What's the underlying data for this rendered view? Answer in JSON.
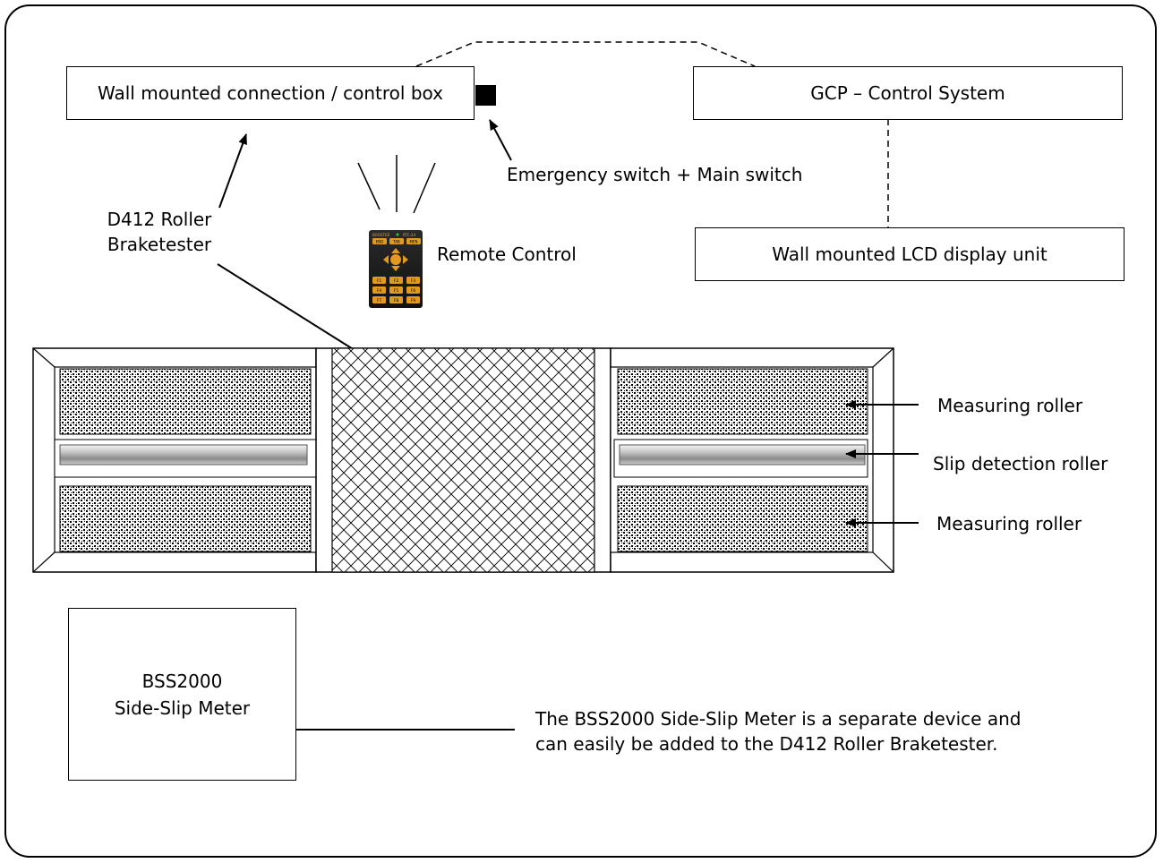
{
  "boxes": {
    "control_box": "Wall mounted connection / control box",
    "gcp": "GCP – Control System",
    "lcd": "Wall mounted LCD display unit",
    "bss_line1": "BSS2000",
    "bss_line2": "Side-Slip Meter"
  },
  "labels": {
    "emergency": "Emergency switch + Main switch",
    "d412_line1": "D412 Roller",
    "d412_line2": "Braketester",
    "remote": "Remote Control",
    "measuring_top": "Measuring roller",
    "slip": "Slip detection roller",
    "measuring_bottom": "Measuring roller",
    "note_line1": "The BSS2000 Side-Slip Meter is a separate device and",
    "note_line2": "can easily be added to the D412 Roller Braketester."
  },
  "remote_keys": {
    "brand": "BOOSTER",
    "model": "RTC-24",
    "top": [
      "END",
      "TAB",
      "MEN"
    ],
    "center": "ENTER",
    "fkeys": [
      "F1",
      "F2",
      "F3",
      "F4",
      "F5",
      "F6",
      "F7",
      "F8",
      "F9"
    ]
  }
}
